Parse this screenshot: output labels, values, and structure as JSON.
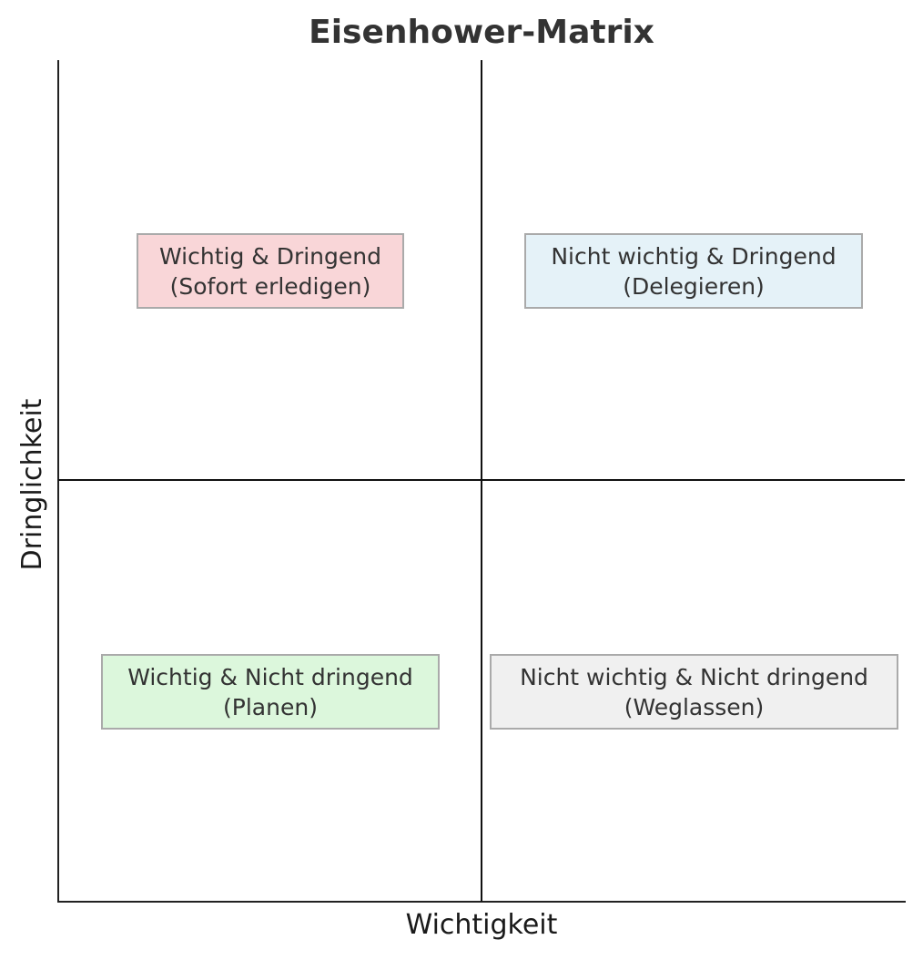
{
  "chart_data": {
    "type": "quadrant-diagram",
    "title": "Eisenhower-Matrix",
    "xlabel": "Wichtigkeit",
    "ylabel": "Dringlichkeit",
    "grid": false,
    "quadrants": [
      {
        "position": "top-left",
        "line1": "Wichtig & Dringend",
        "line2": "(Sofort erledigen)",
        "color": "#f9d6d8"
      },
      {
        "position": "top-right",
        "line1": "Nicht wichtig & Dringend",
        "line2": "(Delegieren)",
        "color": "#e5f2f8"
      },
      {
        "position": "bottom-left",
        "line1": "Wichtig & Nicht dringend",
        "line2": "(Planen)",
        "color": "#dcf7dc"
      },
      {
        "position": "bottom-right",
        "line1": "Nicht wichtig & Nicht dringend",
        "line2": "(Weglassen)",
        "color": "#f0f0f0"
      }
    ]
  }
}
